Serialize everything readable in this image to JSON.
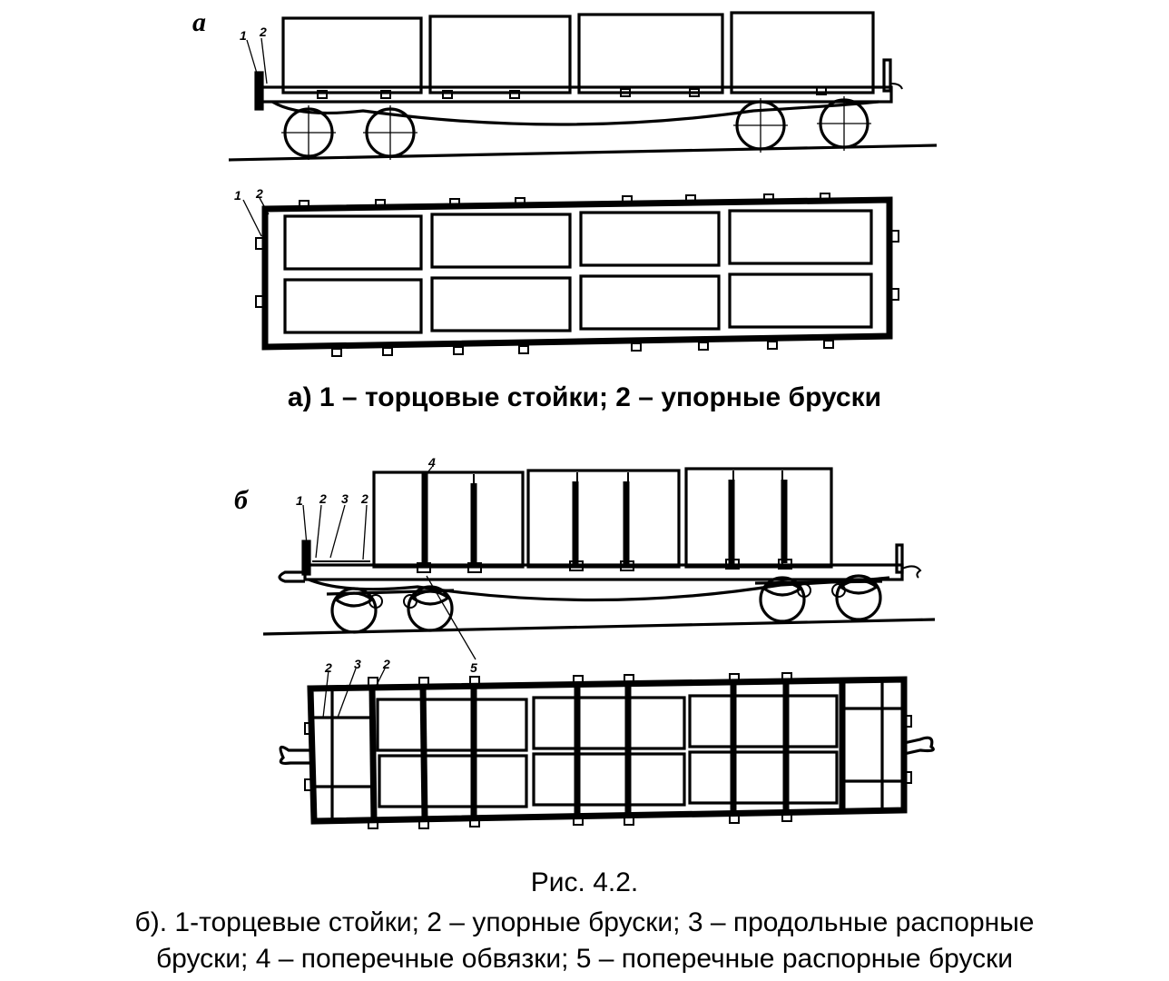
{
  "panel_a": {
    "mark": "а",
    "side_labels": [
      "1",
      "2"
    ],
    "top_labels": [
      "1",
      "2"
    ],
    "caption": "а) 1 – торцовые стойки; 2 – упорные бруски"
  },
  "panel_b": {
    "mark": "б",
    "side_labels": [
      "1",
      "2",
      "3",
      "2",
      "4",
      "5"
    ],
    "top_labels": [
      "2",
      "3",
      "2"
    ]
  },
  "figure_title": "Рис. 4.2.",
  "caption_b_line1": "б). 1-торцевые стойки; 2 – упорные бруски; 3 – продольные распорные",
  "caption_b_line2": "бруски; 4 – поперечные обвязки; 5 – поперечные распорные бруски"
}
